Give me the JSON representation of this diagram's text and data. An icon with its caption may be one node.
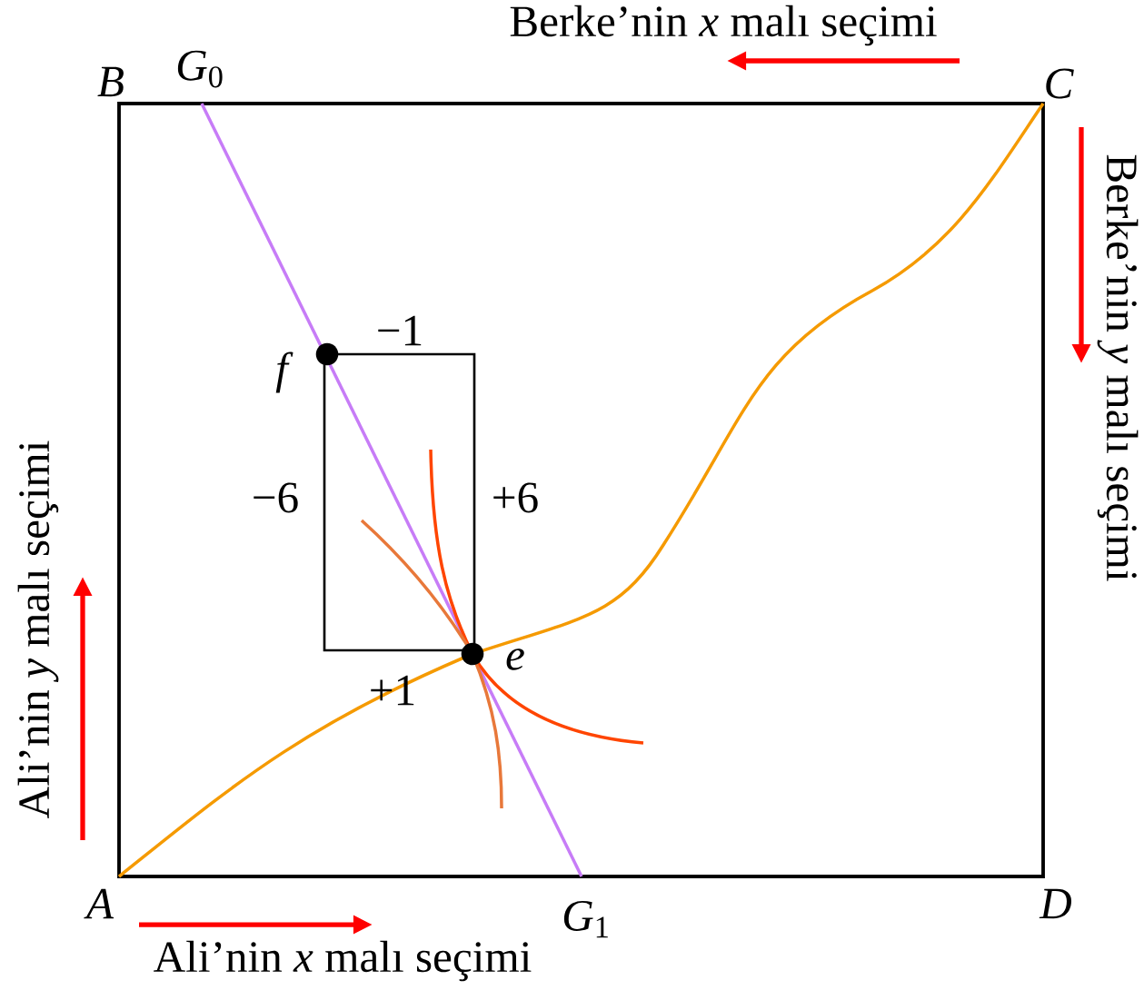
{
  "diagram": {
    "labels": [
      "Berke’nin *x* malı seçimi",
      "B",
      "*G*$_{0}$",
      "C",
      "Berke’nin *y* malı seçimi",
      "f",
      "−1",
      "−6",
      "+6",
      "e",
      "+1",
      "Ali’nin *y* malı seçimi",
      "A",
      "*G*$_{1}$",
      "D",
      "Ali’nin *x* malı seçimi"
    ]
  }
}
